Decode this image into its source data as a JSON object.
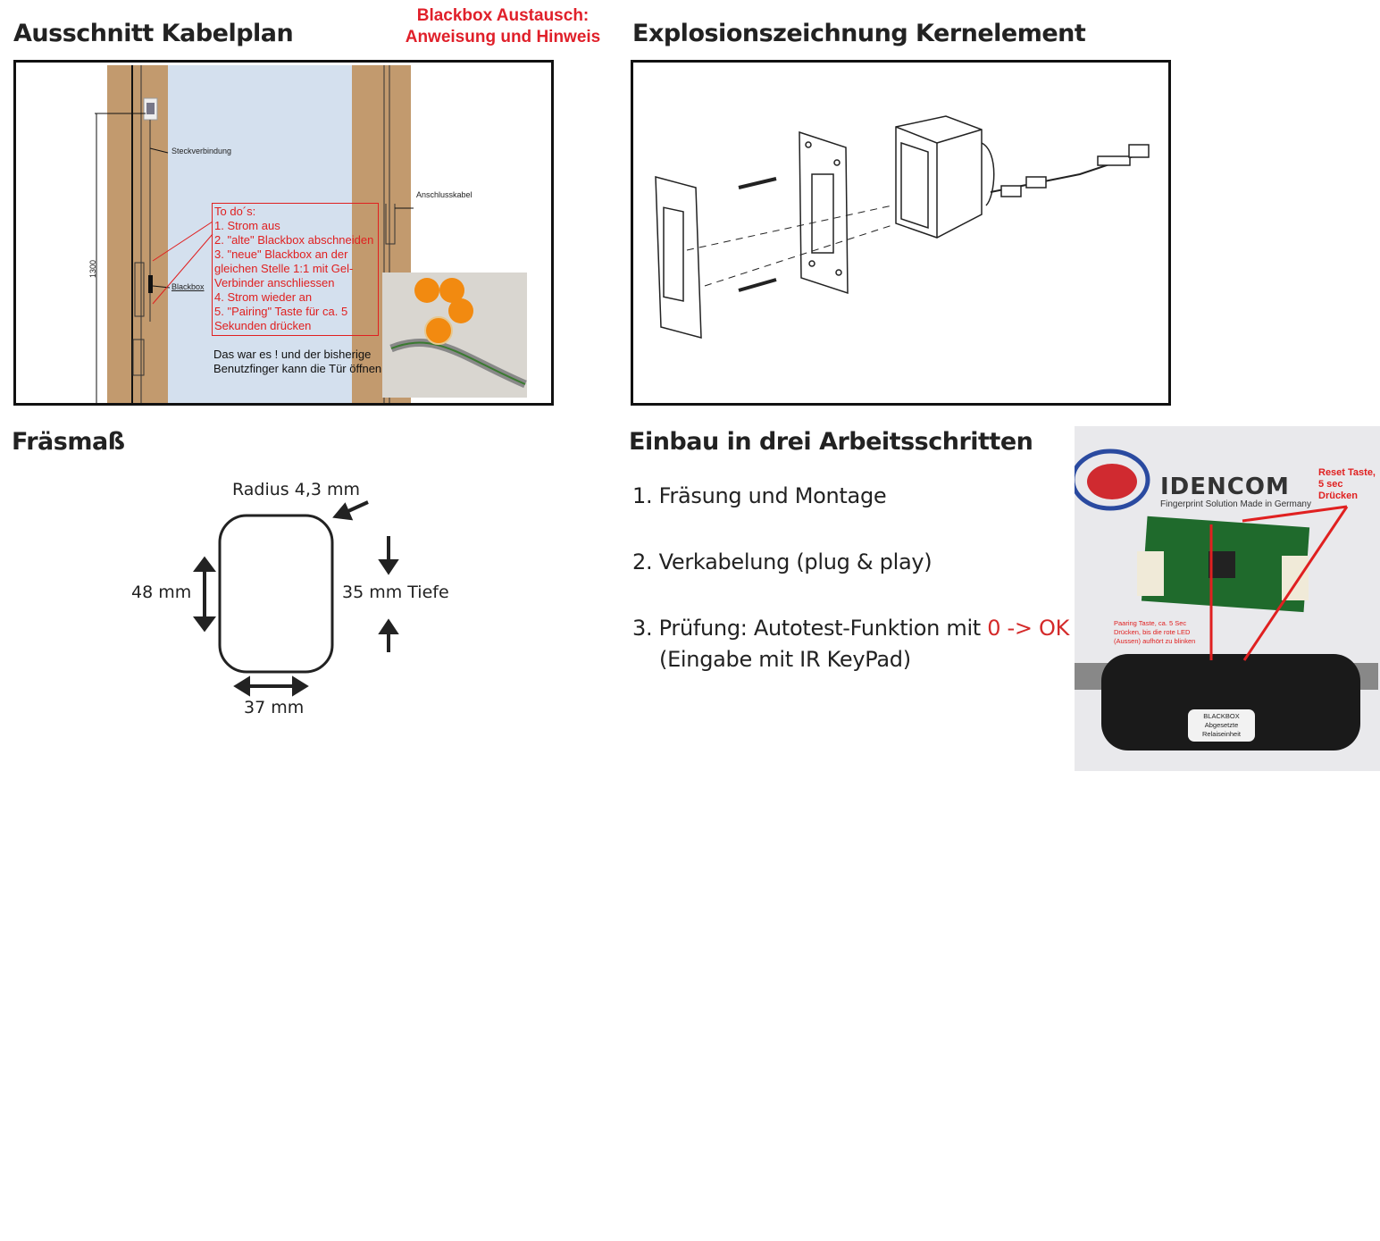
{
  "headings": {
    "kabelplan": "Ausschnitt Kabelplan",
    "explosion": "Explosionszeichnung Kernelement",
    "fraesmass": "Fräsmaß",
    "einbau": "Einbau in drei Arbeitsschritten"
  },
  "notice": {
    "line1": "Blackbox Austausch:",
    "line2": "Anweisung und Hinweis"
  },
  "kabelplan": {
    "labels": {
      "steckverbindung": "Steckverbindung",
      "anschlusskabel": "Anschlusskabel",
      "blackbox": "Blackbox",
      "height": "1300"
    },
    "todo": [
      "To do´s:",
      "1. Strom aus",
      "2. \"alte\" Blackbox abschneiden",
      "3. \"neue\" Blackbox an der",
      "gleichen Stelle 1:1 mit Gel-",
      "Verbinder anschliessen",
      "4. Strom wieder an",
      "5. \"Pairing\" Taste für ca. 5",
      "Sekunden drücken"
    ],
    "closing": [
      "Das war es ! und der bisherige",
      "Benutzfinger kann die Tür öffnen"
    ]
  },
  "fraesmass": {
    "radius": "Radius 4,3 mm",
    "height": "48 mm",
    "depth": "35 mm Tiefe",
    "width": "37 mm"
  },
  "steps": {
    "s1": "1. Fräsung und Montage",
    "s2": "2. Verkabelung (plug & play)",
    "s3_prefix": "3. Prüfung: Autotest-Funktion mit ",
    "s3_highlight": "0 -> OK",
    "s3_sub": "(Eingabe mit IR KeyPad)"
  },
  "photo": {
    "brand": "IDENCOM",
    "tagline": "Fingerprint Solution Made in Germany",
    "reset": [
      "Reset Taste,",
      "5 sec",
      "Drücken"
    ],
    "pairing": [
      "Paaring Taste, ca. 5 Sec",
      "Drücken, bis die rote LED",
      "(Aussen) aufhört zu blinken"
    ],
    "box_label": [
      "BLACKBOX",
      "Abgesetzte",
      "Relaiseinheit"
    ]
  },
  "colors": {
    "accent_red": "#e02020",
    "wood": "#c29a6e",
    "glass": "#d4e0ee"
  }
}
